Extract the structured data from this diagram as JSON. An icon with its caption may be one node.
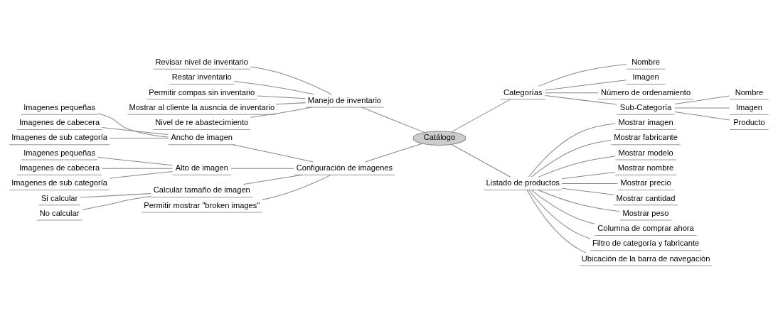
{
  "diagram": {
    "nodes": [
      {
        "text": [
          "Catálogo"
        ]
      },
      {
        "text": [
          "Manejo de inventario"
        ]
      },
      {
        "text": [
          "Revisar nivel de inventario"
        ]
      },
      {
        "text": [
          "Restar inventario"
        ]
      },
      {
        "text": [
          "Permitir compas sin inventario"
        ]
      },
      {
        "text": [
          "Mostrar al cliente la ausncia de inventario"
        ]
      },
      {
        "text": [
          "Nivel de re abastecimiento"
        ]
      },
      {
        "text": [
          "Configuración de imagenes"
        ]
      },
      {
        "text": [
          "Ancho de imagen"
        ]
      },
      {
        "text": [
          "Imagenes pequeñas"
        ]
      },
      {
        "text": [
          "Imagenes de cabecera"
        ]
      },
      {
        "text": [
          "Imagenes de sub categoría"
        ]
      },
      {
        "text": [
          "Alto de imagen"
        ]
      },
      {
        "text": [
          "Imagenes pequeñas"
        ]
      },
      {
        "text": [
          "Imagenes de cabecera"
        ]
      },
      {
        "text": [
          "Imagenes de sub categoría"
        ]
      },
      {
        "text": [
          "Calcular tamaño de imagen"
        ]
      },
      {
        "text": [
          "Si calcular"
        ]
      },
      {
        "text": [
          "No calcular"
        ]
      },
      {
        "text": [
          "Permitir mostrar \"broken images\""
        ]
      },
      {
        "text": [
          "Categorías"
        ]
      },
      {
        "text": [
          "Nombre"
        ]
      },
      {
        "text": [
          "Imagen"
        ]
      },
      {
        "text": [
          "Número de ordenamiento"
        ]
      },
      {
        "text": [
          "Sub-Categoría"
        ]
      },
      {
        "text": [
          "Nombre"
        ]
      },
      {
        "text": [
          "Imagen"
        ]
      },
      {
        "text": [
          "Producto"
        ]
      },
      {
        "text": [
          "Listado de productos"
        ]
      },
      {
        "text": [
          "Mostrar imagen"
        ]
      },
      {
        "text": [
          "Mostrar fabricante"
        ]
      },
      {
        "text": [
          "Mostrar modelo"
        ]
      },
      {
        "text": [
          "Mostrar nombre"
        ]
      },
      {
        "text": [
          "Mostrar precio"
        ]
      },
      {
        "text": [
          "Mostrar cantidad"
        ]
      },
      {
        "text": [
          "Mostrar peso"
        ]
      },
      {
        "text": [
          "Columna de comprar ahora"
        ]
      },
      {
        "text": [
          "Filtro de categoría y fabricante"
        ]
      },
      {
        "text": [
          "Ubicación de la barra de navegación"
        ]
      }
    ],
    "edges": [
      {
        "from": 0,
        "to": 1,
        "arrow": "none"
      },
      {
        "from": 1,
        "to": 2,
        "arrow": "none"
      },
      {
        "from": 1,
        "to": 3,
        "arrow": "none"
      },
      {
        "from": 1,
        "to": 4,
        "arrow": "none"
      },
      {
        "from": 1,
        "to": 5,
        "arrow": "none"
      },
      {
        "from": 1,
        "to": 6,
        "arrow": "none"
      },
      {
        "from": 0,
        "to": 7,
        "arrow": "none"
      },
      {
        "from": 7,
        "to": 8,
        "arrow": "none"
      },
      {
        "from": 8,
        "to": 9,
        "arrow": "none"
      },
      {
        "from": 8,
        "to": 10,
        "arrow": "none"
      },
      {
        "from": 8,
        "to": 11,
        "arrow": "none"
      },
      {
        "from": 7,
        "to": 12,
        "arrow": "none"
      },
      {
        "from": 12,
        "to": 13,
        "arrow": "none"
      },
      {
        "from": 12,
        "to": 14,
        "arrow": "none"
      },
      {
        "from": 12,
        "to": 15,
        "arrow": "none"
      },
      {
        "from": 7,
        "to": 16,
        "arrow": "none"
      },
      {
        "from": 16,
        "to": 17,
        "arrow": "none"
      },
      {
        "from": 16,
        "to": 18,
        "arrow": "none"
      },
      {
        "from": 7,
        "to": 19,
        "arrow": "none"
      },
      {
        "from": 0,
        "to": 20,
        "arrow": "none"
      },
      {
        "from": 20,
        "to": 21,
        "arrow": "none"
      },
      {
        "from": 20,
        "to": 22,
        "arrow": "none"
      },
      {
        "from": 20,
        "to": 23,
        "arrow": "none"
      },
      {
        "from": 20,
        "to": 24,
        "arrow": "none"
      },
      {
        "from": 24,
        "to": 25,
        "arrow": "none"
      },
      {
        "from": 24,
        "to": 26,
        "arrow": "none"
      },
      {
        "from": 24,
        "to": 27,
        "arrow": "none"
      },
      {
        "from": 0,
        "to": 28,
        "arrow": "none"
      },
      {
        "from": 28,
        "to": 29,
        "arrow": "none"
      },
      {
        "from": 28,
        "to": 30,
        "arrow": "none"
      },
      {
        "from": 28,
        "to": 31,
        "arrow": "none"
      },
      {
        "from": 28,
        "to": 32,
        "arrow": "none"
      },
      {
        "from": 28,
        "to": 33,
        "arrow": "none"
      },
      {
        "from": 28,
        "to": 34,
        "arrow": "none"
      },
      {
        "from": 28,
        "to": 35,
        "arrow": "none"
      },
      {
        "from": 28,
        "to": 36,
        "arrow": "none"
      },
      {
        "from": 28,
        "to": 37,
        "arrow": "none"
      },
      {
        "from": 28,
        "to": 38,
        "arrow": "none"
      }
    ]
  }
}
